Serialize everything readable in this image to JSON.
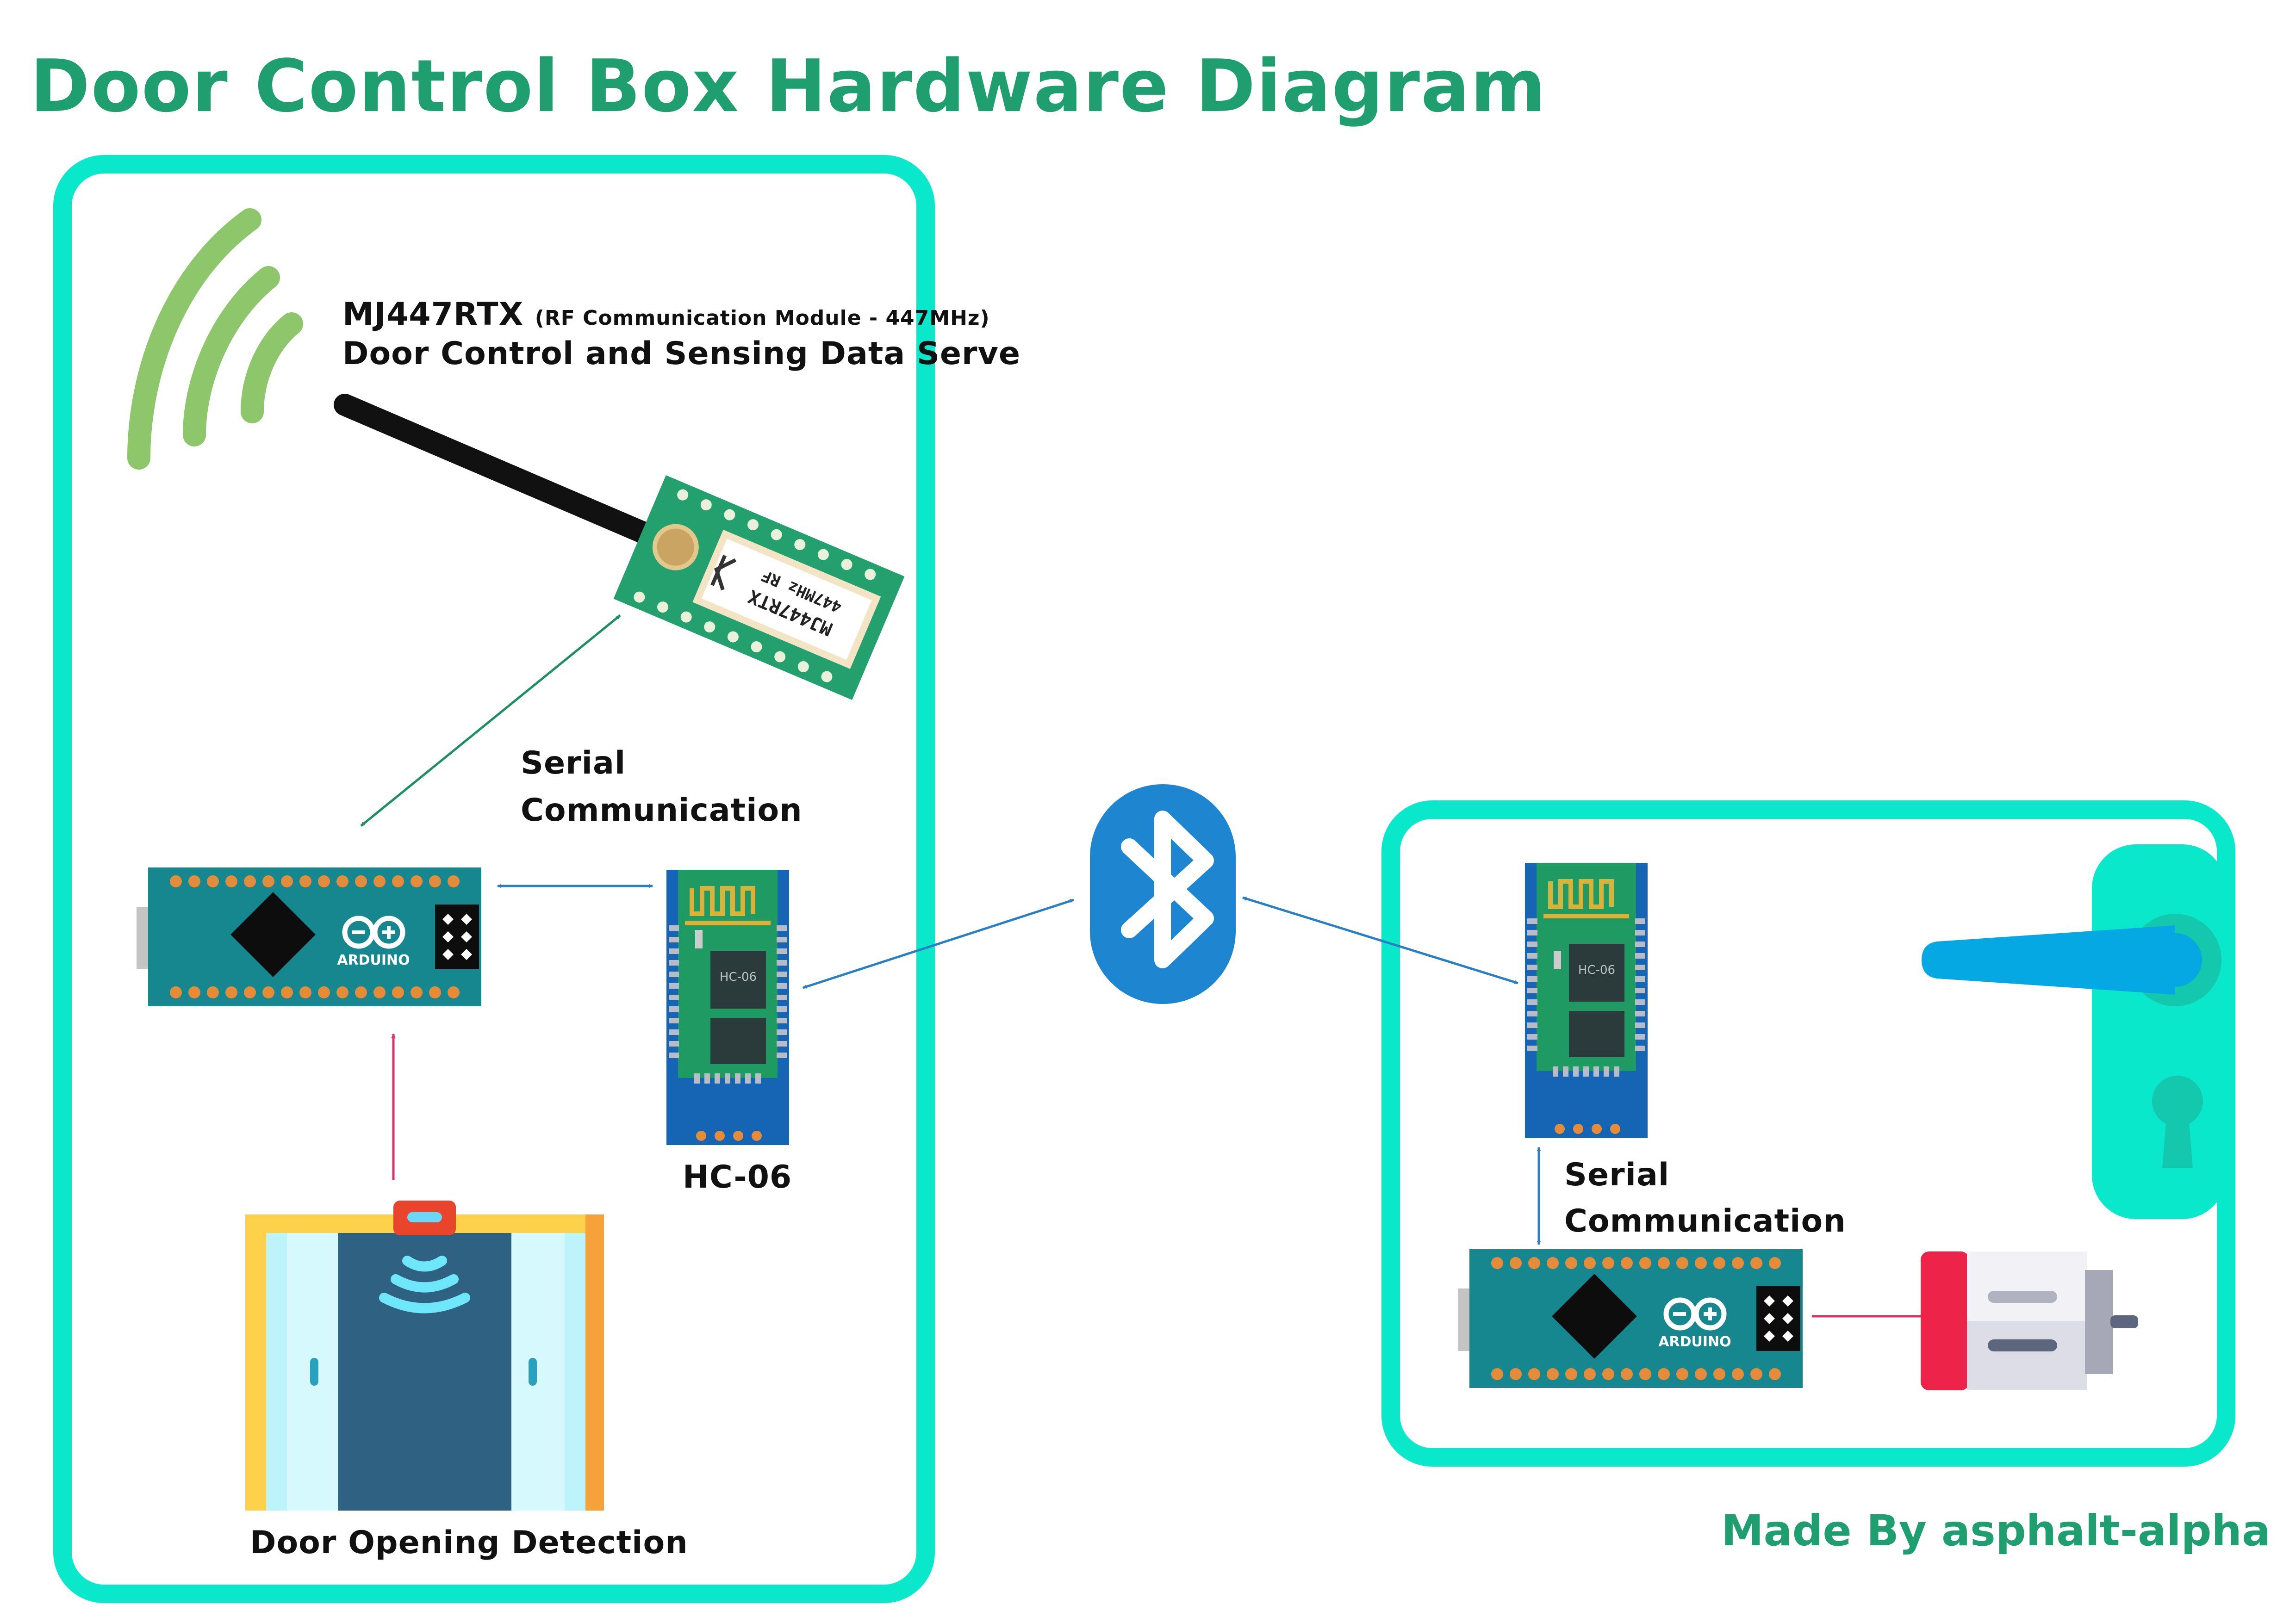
{
  "title": "Door Control Box Hardware Diagram",
  "credit": "Made By asphalt-alpha",
  "colors": {
    "title": "#1f9e70",
    "frame": "#0ae8cb",
    "board": "#16878e",
    "pin": "#e48c3a",
    "bluetooth": "#1e86d1",
    "rf_pcb": "#23a06e",
    "arrow_green": "#1e8f63",
    "arrow_blue": "#2a7fc4",
    "arrow_red": "#e0306a"
  },
  "rf_module": {
    "name": "MJ447RTX",
    "subtitle": "(RF Communication Module - 447MHz)",
    "description": "Door Control and Sensing Data Serve",
    "chip_line1": "MJ447RTX",
    "chip_line2": "447MHz RF"
  },
  "serial_left": {
    "line1": "Serial",
    "line2": "Communication"
  },
  "serial_right": {
    "line1": "Serial",
    "line2": "Communication"
  },
  "hc06_label": "HC-06",
  "hc06_chip": "HC-06",
  "arduino_logo_text": "ARDUINO",
  "door_detection_label": "Door Opening Detection",
  "icons": [
    "wifi-signal-icon",
    "bluetooth-icon",
    "door-handle-icon",
    "dc-motor-icon",
    "sensor-door-icon"
  ]
}
